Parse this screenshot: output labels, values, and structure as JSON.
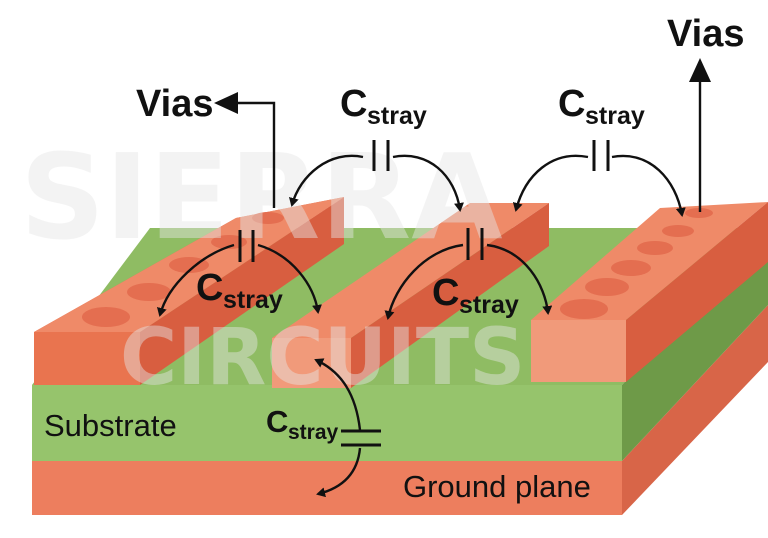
{
  "labels": {
    "vias_left": "Vias",
    "vias_right": "Vias",
    "c_main": "C",
    "c_sub": "stray",
    "substrate": "Substrate",
    "ground_plane": "Ground plane"
  },
  "watermark": {
    "line1": "SIERRA",
    "line2": "CIRCUITS"
  },
  "colors": {
    "trace_top": "#ef8a68",
    "trace_side": "#e36b4b",
    "trace_end": "#f19a7a",
    "substrate_top": "#8fbc63",
    "substrate_front": "#96c46c",
    "substrate_side": "#6e9a48",
    "ground_front": "#ed7e5e",
    "ground_side": "#d86548",
    "via_hole": "#e46e50"
  }
}
